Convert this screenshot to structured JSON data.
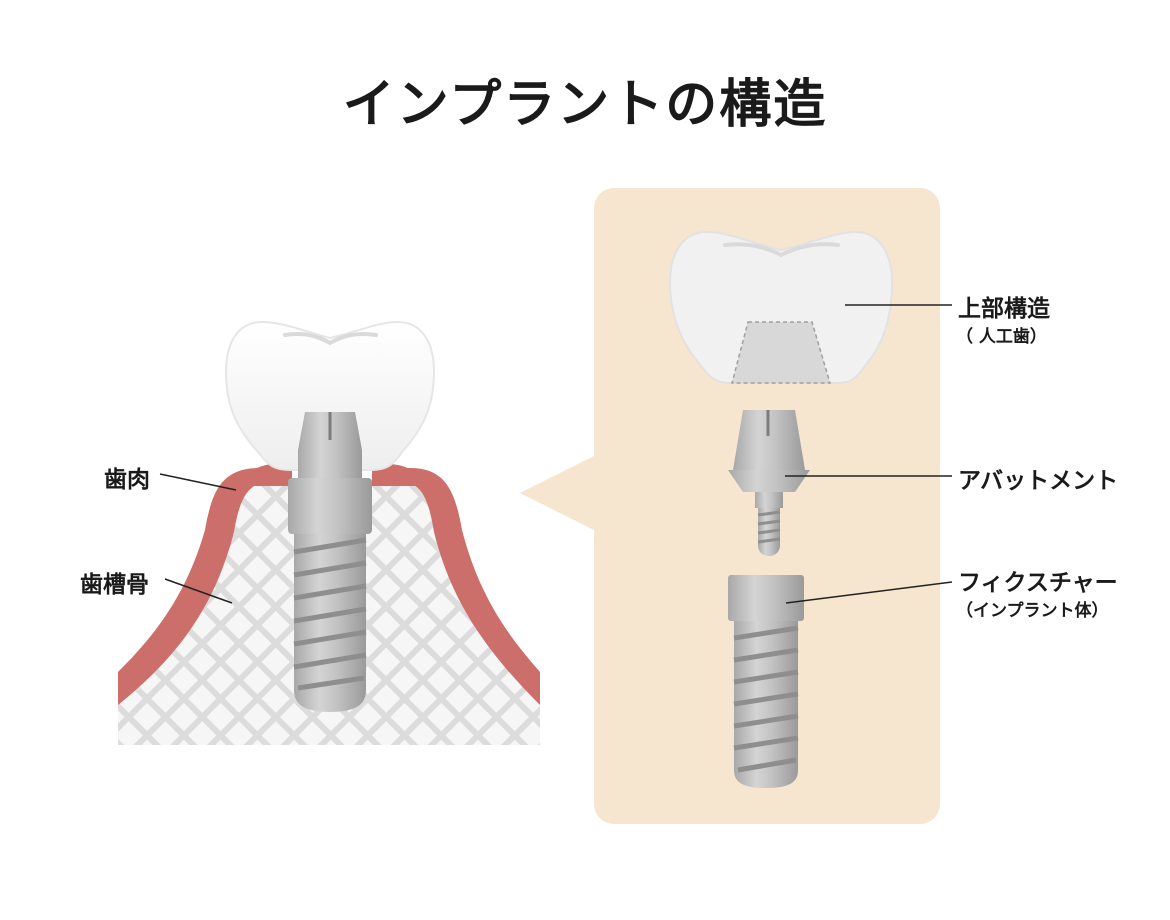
{
  "title": "インプラントの構造",
  "labels": {
    "gum": "歯肉",
    "alveolar_bone": "歯槽骨",
    "crown": "上部構造",
    "crown_sub": "（ 人工歯）",
    "abutment": "アバットメント",
    "fixture": "フィクスチャー",
    "fixture_sub": "（インプラント体）"
  },
  "colors": {
    "gum": "#cc6e6a",
    "bone_base": "#dedede",
    "bone_lattice": "#f7f7f7",
    "tooth": "#f2f2f2",
    "metal": "#b9b9b9",
    "panel": "#f6e5cf"
  }
}
